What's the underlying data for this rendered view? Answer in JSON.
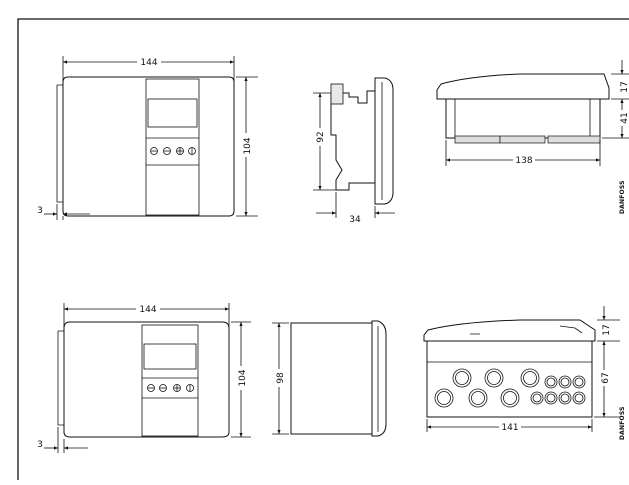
{
  "drawing": {
    "top_row": {
      "front_width": "144",
      "front_height": "104",
      "front_offset": "3",
      "side_height": "92",
      "side_depth": "34",
      "bottom_top_height": "17",
      "bottom_body_height": "41",
      "bottom_width": "138",
      "brand": "DANFOSS"
    },
    "bottom_row": {
      "front_width": "144",
      "front_height": "104",
      "front_offset": "3",
      "side_height": "98",
      "bottom_top_height": "17",
      "bottom_body_height": "67",
      "bottom_width": "141",
      "brand": "DANFOSS"
    }
  }
}
